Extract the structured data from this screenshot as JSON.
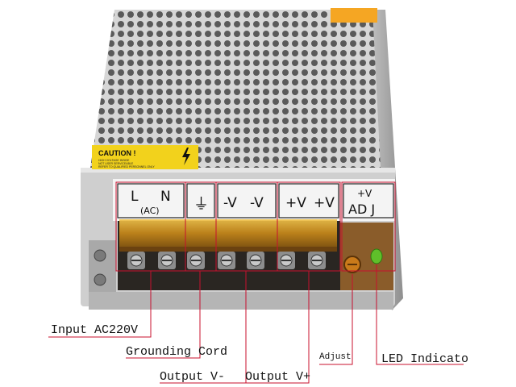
{
  "caution_label": {
    "title": "CAUTION !",
    "fine_print": [
      "HIGH VOLTAGE INSIDE",
      "NOT USER SERVICEABLE",
      "REFER TO QUALIFIED PERSONNEL ONLY"
    ],
    "color": "#f2d21c"
  },
  "terminal_labels": {
    "line": "L",
    "neutral": "N",
    "ac": "(AC)",
    "ground": "⏚",
    "vminus_1": "-V",
    "vminus_2": "-V",
    "vplus_1": "+V",
    "vplus_2": "+V",
    "adj_top": "+V",
    "adj_bottom": "AD J"
  },
  "callouts": {
    "input": "Input AC220V",
    "ground": "Grounding Cord",
    "output_minus": "Output  V-",
    "output_plus": "Output  V+",
    "adjust": "Adjust",
    "led": "LED Indicato"
  },
  "colors": {
    "leader_line": "#c8102e",
    "terminal_block": "#2a2622",
    "terminal_cover": "#d9a21e",
    "led": "#5fbf2a",
    "housing": "#c9c9c9"
  }
}
